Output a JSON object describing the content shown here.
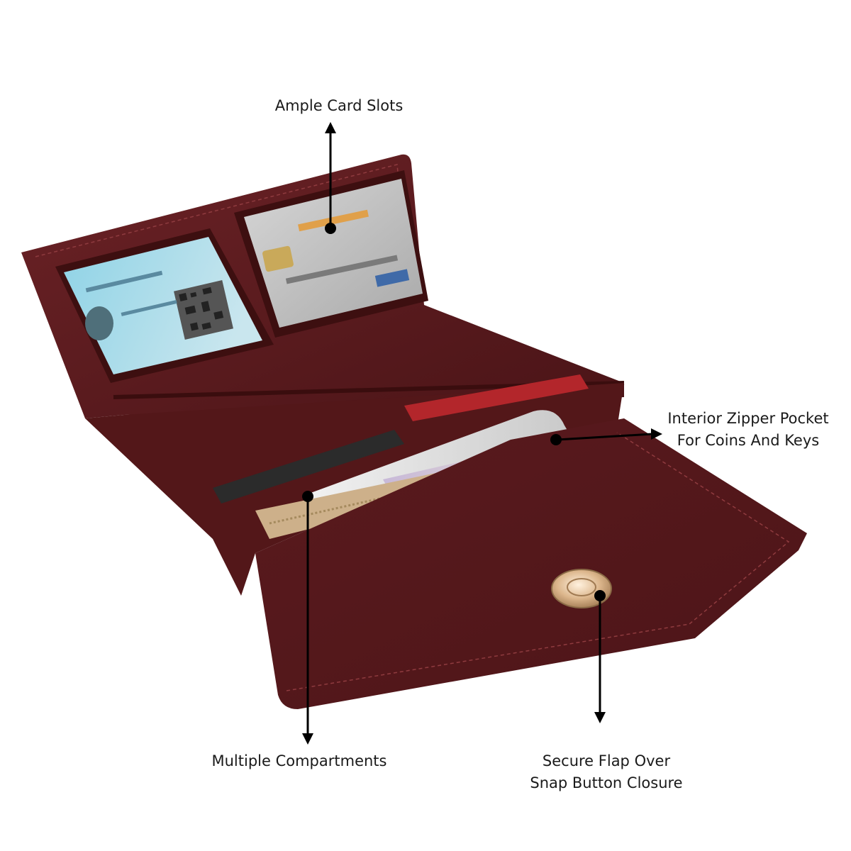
{
  "callouts": {
    "card_slots": "Ample Card Slots",
    "zipper_line1": "Interior Zipper Pocket",
    "zipper_line2": "For Coins And Keys",
    "compartments": "Multiple Compartments",
    "flap_line1": "Secure Flap Over",
    "flap_line2": "Snap Button Closure"
  },
  "colors": {
    "wallet": "#5e1c20",
    "wallet_dark": "#40100f",
    "wallet_light": "#7a2a2e",
    "stitch": "#9a4a4c",
    "arrow": "#000000",
    "snap": "#d9b48a",
    "zipper_lining": "#cdb08a"
  }
}
